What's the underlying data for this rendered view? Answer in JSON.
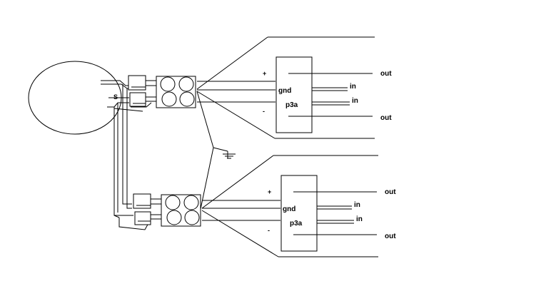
{
  "labels": {
    "upper": {
      "plus": "+",
      "minus": "-",
      "gnd": "gnd",
      "chip": "p3a",
      "out_top": "out",
      "in_1": "in",
      "in_2": "in",
      "out_bottom": "out"
    },
    "lower": {
      "plus": "+",
      "minus": "-",
      "gnd": "gnd",
      "chip": "p3a",
      "out_top": "out",
      "in_1": "in",
      "in_2": "in",
      "out_bottom": "out"
    },
    "node": "S"
  },
  "colors": {
    "stroke": "#000000",
    "background": "#ffffff"
  }
}
